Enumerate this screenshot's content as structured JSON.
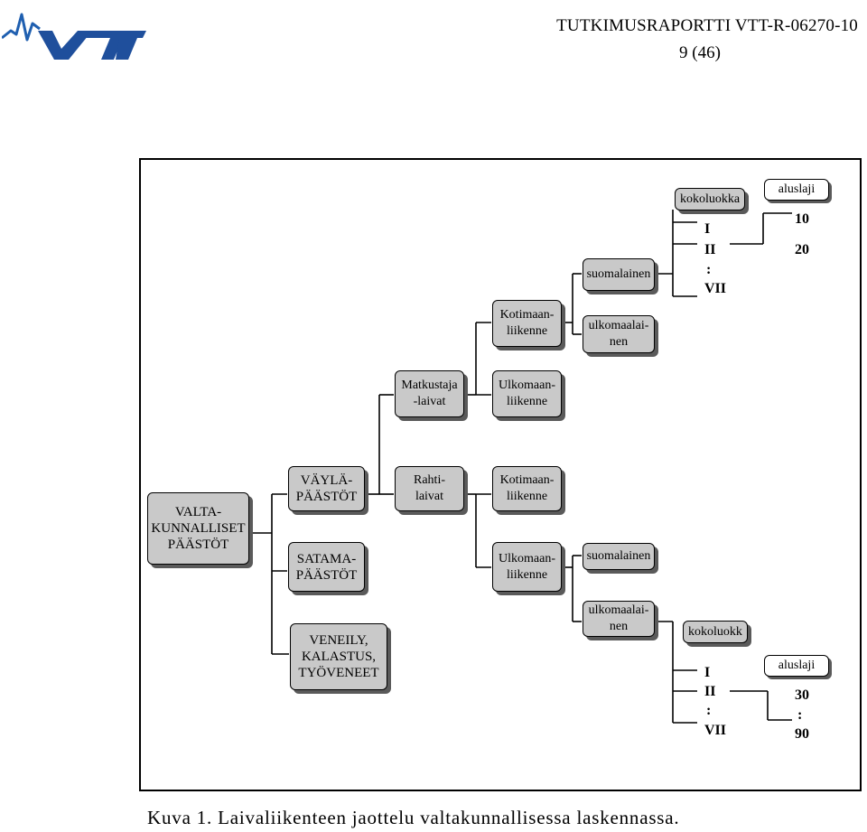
{
  "header": {
    "report": "TUTKIMUSRAPORTTI  VTT-R-06270-10",
    "page": "9  (46)"
  },
  "logo": {
    "text": "VTT"
  },
  "boxes": {
    "root": [
      "VALTA-",
      "KUNNALLISET",
      "PÄÄSTÖT"
    ],
    "vayla": [
      "VÄYLÄ-",
      "PÄÄSTÖT"
    ],
    "satama": [
      "SATAMA-",
      "PÄÄSTÖT"
    ],
    "veneily": [
      "VENEILY,",
      "KALASTUS,",
      "TYÖVENEET"
    ],
    "matkustaja": [
      "Matkustaja",
      "-laivat"
    ],
    "rahti": [
      "Rahti-",
      "laivat"
    ],
    "koti_top": [
      "Kotimaan-",
      "liikenne"
    ],
    "ulko_top": [
      "Ulkomaan-",
      "liikenne"
    ],
    "koti_mid": [
      "Kotimaan-",
      "liikenne"
    ],
    "ulko_mid": [
      "Ulkomaan-",
      "liikenne"
    ],
    "suom_top": [
      "suomalainen"
    ],
    "ulkom_top": [
      "ulkomaalai-",
      "nen"
    ],
    "suom_bot": [
      "suomalainen"
    ],
    "ulkom_bot": [
      "ulkomaalai-",
      "nen"
    ],
    "koko_top": [
      "kokoluokka"
    ],
    "koko_bot": [
      "kokoluokk"
    ],
    "alus_top": [
      "aluslaji"
    ],
    "alus_bot": [
      "aluslaji"
    ]
  },
  "labels": {
    "size_top": [
      "I",
      "II",
      ":",
      "VII"
    ],
    "type_top": [
      "10",
      "20"
    ],
    "size_bot": [
      "I",
      "II",
      ":",
      "VII"
    ],
    "type_bot": [
      "30",
      ":",
      "90"
    ]
  },
  "caption": "Kuva 1.  Laivaliikenteen jaottelu valtakunnallisessa laskennassa."
}
